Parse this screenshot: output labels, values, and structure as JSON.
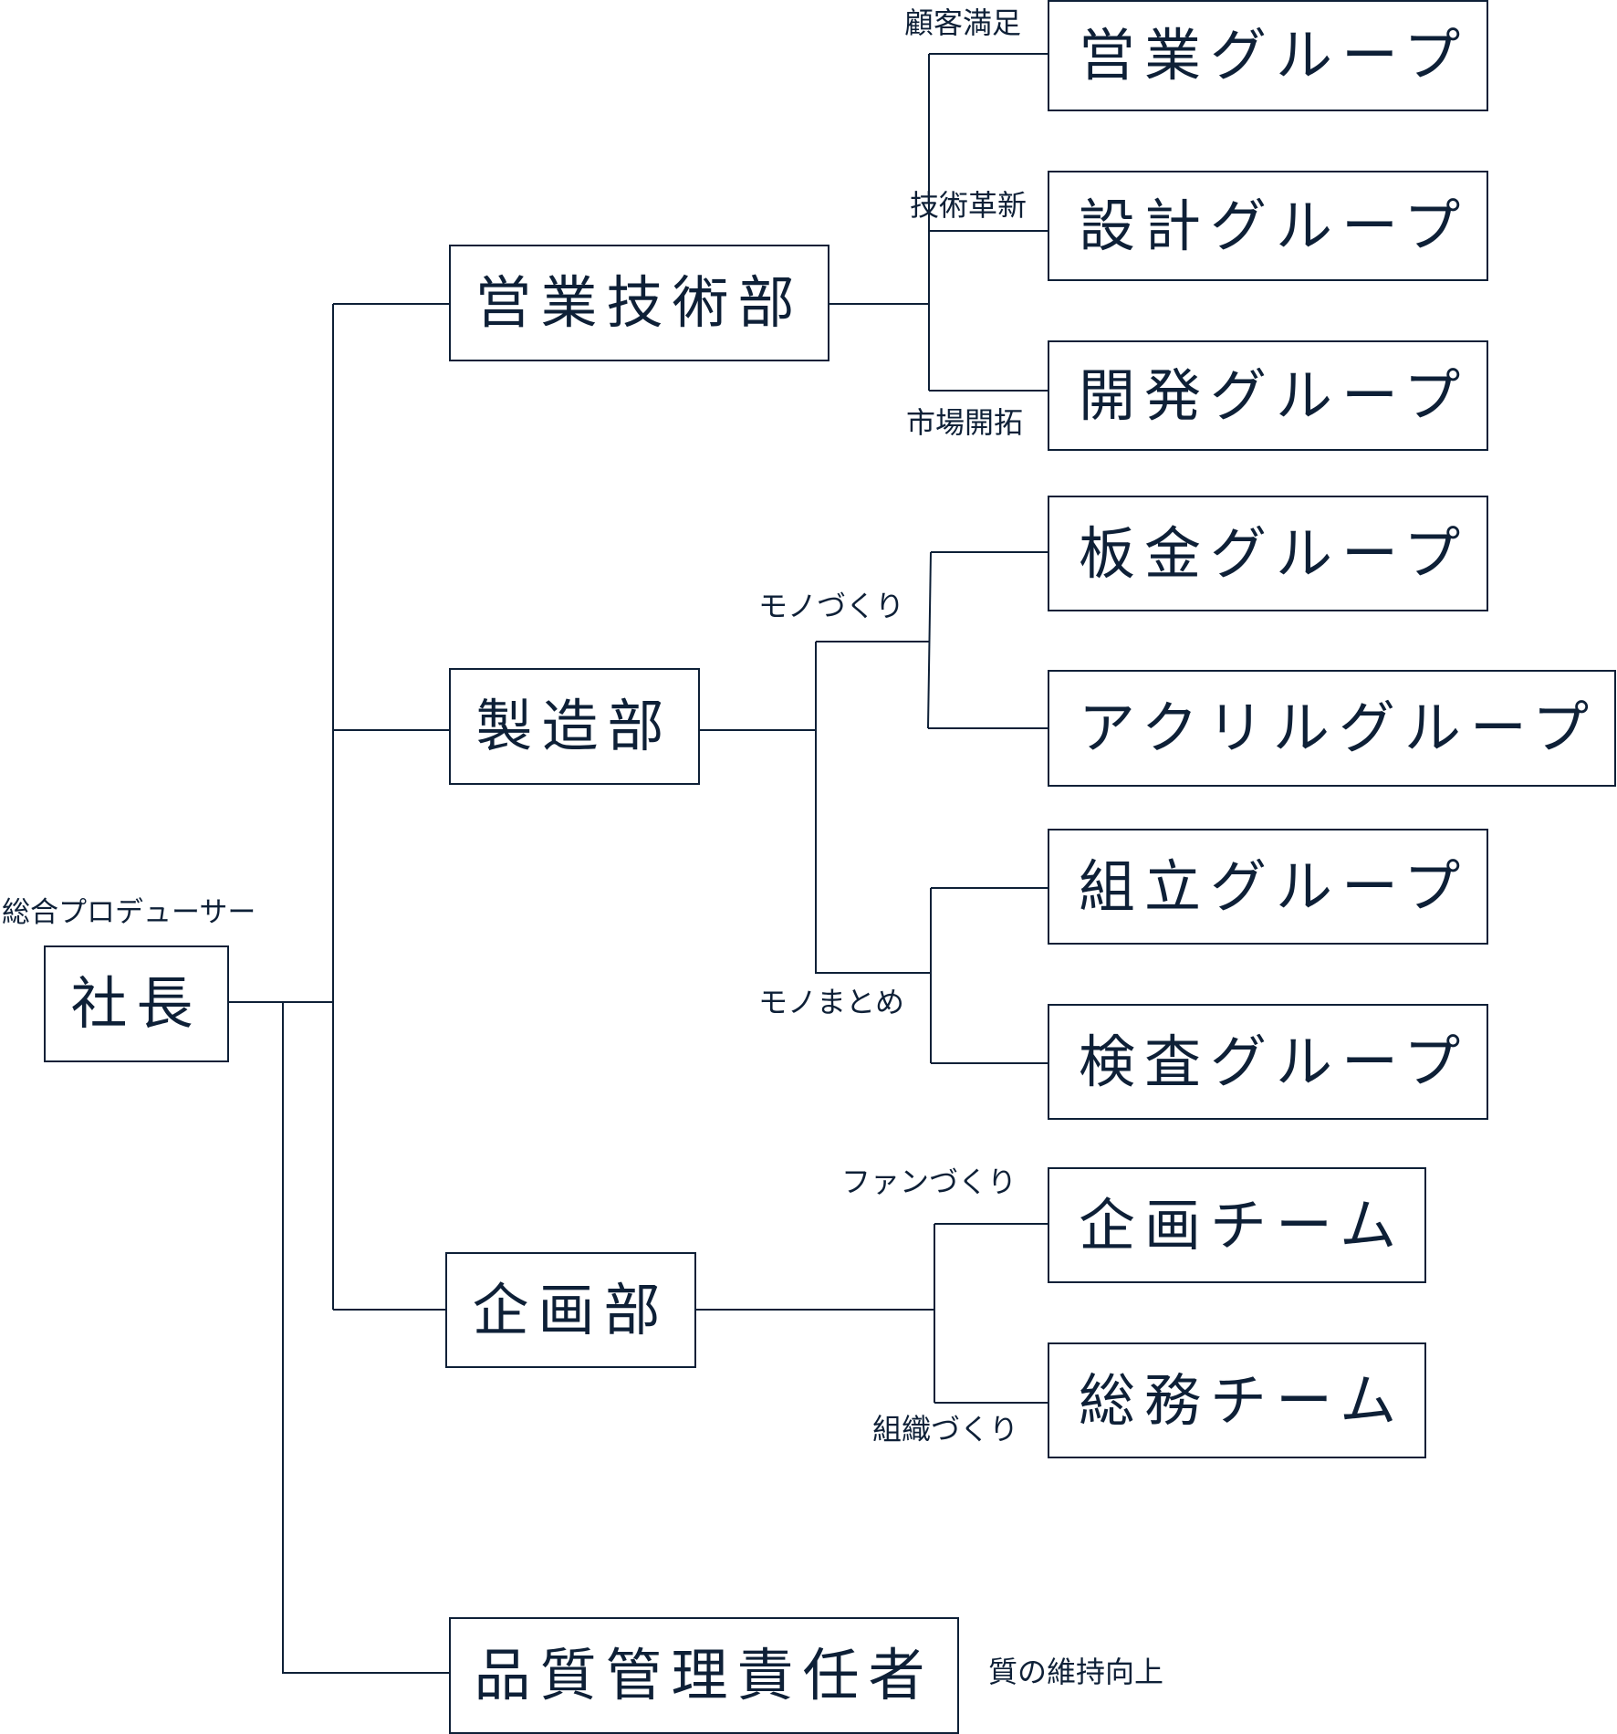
{
  "colors": {
    "ink": "#0e2037",
    "background": "#ffffff"
  },
  "president": {
    "label": "社長",
    "role": "総合プロデューサー"
  },
  "departments": {
    "sales_engineering": {
      "label": "営業技術部",
      "groups": [
        {
          "label": "営業グループ",
          "mission": "顧客満足"
        },
        {
          "label": "設計グループ",
          "mission": "技術革新"
        },
        {
          "label": "開発グループ",
          "mission": "市場開拓"
        }
      ]
    },
    "manufacturing": {
      "label": "製造部",
      "branches": [
        {
          "mission": "モノづくり",
          "groups": [
            {
              "label": "板金グループ"
            },
            {
              "label": "アクリルグループ"
            }
          ]
        },
        {
          "mission": "モノまとめ",
          "groups": [
            {
              "label": "組立グループ"
            },
            {
              "label": "検査グループ"
            }
          ]
        }
      ]
    },
    "planning": {
      "label": "企画部",
      "teams": [
        {
          "label": "企画チーム",
          "mission": "ファンづくり"
        },
        {
          "label": "総務チーム",
          "mission": "組織づくり"
        }
      ]
    }
  },
  "quality": {
    "label": "品質管理責任者",
    "mission": "質の維持向上"
  }
}
